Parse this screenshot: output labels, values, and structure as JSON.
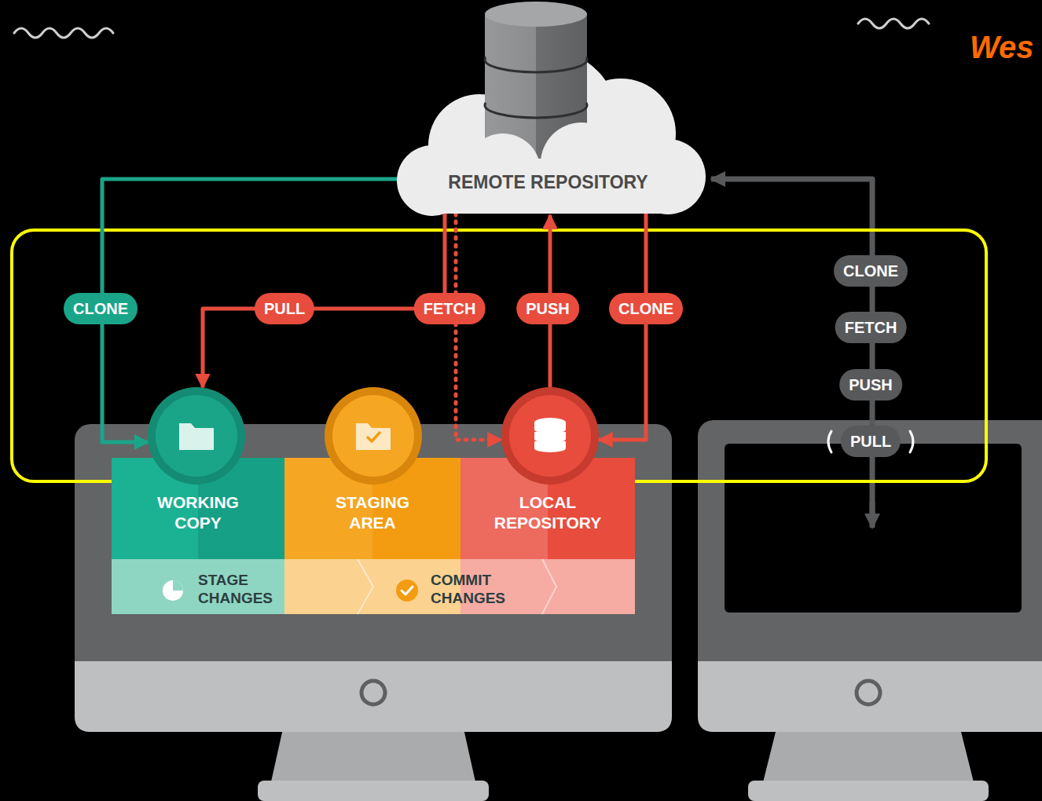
{
  "diagram": {
    "nodes": [
      {
        "text": [
          "REMOTE REPOSITORY"
        ]
      },
      {
        "text": [
          "WORKING COPY"
        ]
      },
      {
        "text": [
          "STAGING AREA"
        ]
      },
      {
        "text": [
          "LOCAL REPOSITORY"
        ]
      }
    ],
    "edges": [
      {
        "from": 0,
        "to": 1,
        "label": "CLONE",
        "arrow": "to"
      },
      {
        "from": 0,
        "to": 1,
        "label": "PULL",
        "arrow": "to"
      },
      {
        "from": 0,
        "to": 3,
        "label": "FETCH",
        "arrow": "to"
      },
      {
        "from": 3,
        "to": 0,
        "label": "PUSH",
        "arrow": "to"
      },
      {
        "from": 0,
        "to": 3,
        "label": "CLONE",
        "arrow": "to"
      }
    ],
    "labels": [
      "STAGE CHANGES",
      "COMMIT CHANGES",
      "CLONE",
      "FETCH",
      "PUSH",
      "PULL",
      "Wes"
    ]
  }
}
